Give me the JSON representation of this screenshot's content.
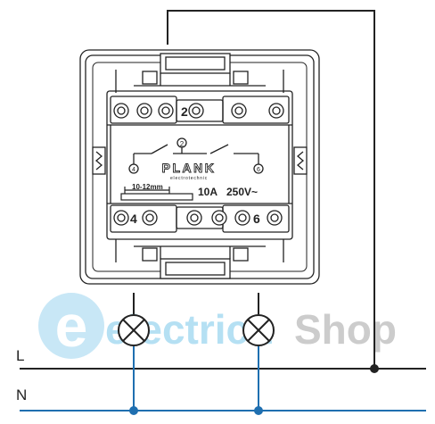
{
  "wiring": {
    "line_label": "L",
    "neutral_label": "N"
  },
  "device": {
    "brand": "PLANK",
    "brand_sub": "electrotechnic",
    "rating_current": "10A",
    "rating_voltage": "250V~",
    "strip_length": "10-12mm",
    "terminals": {
      "common": "2",
      "left_out": "4",
      "right_out": "6"
    }
  },
  "watermark": {
    "logo_letter": "e",
    "brand_text": "electrica",
    "shop_text": "Shop"
  },
  "colors": {
    "line_wire": "#222222",
    "neutral_wire": "#1f6fb0",
    "watermark_blue": "#9fd3ee",
    "watermark_gray": "#c6c6c6"
  }
}
